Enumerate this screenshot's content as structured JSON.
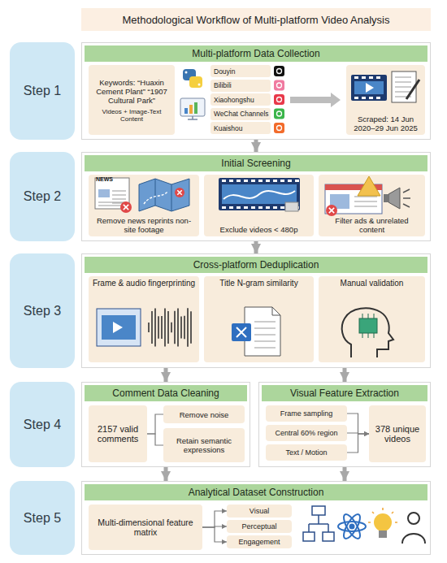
{
  "diagram": {
    "title": "Methodological Workflow of Multi-platform Video Analysis",
    "nodes": [
      {
        "text": [
          "Step 1"
        ]
      },
      {
        "text": [
          "Multi-platform Data Collection"
        ]
      },
      {
        "text": [
          "Keywords: “Huaxin Cement Plant” “1907 Cultural Park”",
          "Videos + Image-Text Content"
        ],
        "in": 1
      },
      {
        "text": [
          "Douyin"
        ],
        "in": 1
      },
      {
        "text": [
          "Bilibili"
        ],
        "in": 1
      },
      {
        "text": [
          "Xiaohongshu"
        ],
        "in": 1
      },
      {
        "text": [
          "WeChat Channels"
        ],
        "in": 1
      },
      {
        "text": [
          "Kuaishou"
        ],
        "in": 1
      },
      {
        "text": [
          "Scraped: 14 Jun 2020–29 Jun 2025"
        ],
        "in": 1
      },
      {
        "text": [
          "Step 2"
        ]
      },
      {
        "text": [
          "Initial Screening"
        ]
      },
      {
        "text": [
          "Remove news reprints non-site footage"
        ],
        "in": 10
      },
      {
        "text": [
          "Exclude videos < 480p"
        ],
        "in": 10
      },
      {
        "text": [
          "Filter ads & unrelated content"
        ],
        "in": 10
      },
      {
        "text": [
          "Step 3"
        ]
      },
      {
        "text": [
          "Cross-platform Deduplication"
        ]
      },
      {
        "text": [
          "Frame & audio fingerprinting"
        ],
        "in": 15
      },
      {
        "text": [
          "Title N-gram similarity"
        ],
        "in": 15
      },
      {
        "text": [
          "Manual validation"
        ],
        "in": 15
      },
      {
        "text": [
          "Step 4"
        ]
      },
      {
        "text": [
          "Comment Data Cleaning"
        ]
      },
      {
        "text": [
          "2157 valid comments"
        ],
        "in": 20
      },
      {
        "text": [
          "Remove noise"
        ],
        "in": 20
      },
      {
        "text": [
          "Retain semantic expressions"
        ],
        "in": 20
      },
      {
        "text": [
          "Visual Feature Extraction"
        ]
      },
      {
        "text": [
          "Frame sampling"
        ],
        "in": 24
      },
      {
        "text": [
          "Central 60% region"
        ],
        "in": 24
      },
      {
        "text": [
          "Text / Motion"
        ],
        "in": 24
      },
      {
        "text": [
          "378 unique videos"
        ],
        "in": 24
      },
      {
        "text": [
          "Step 5"
        ]
      },
      {
        "text": [
          "Analytical Dataset Construction"
        ]
      },
      {
        "text": [
          "Multi-dimensional feature matrix"
        ],
        "in": 30
      },
      {
        "text": [
          "Visual"
        ],
        "in": 30
      },
      {
        "text": [
          "Perceptual"
        ],
        "in": 30
      },
      {
        "text": [
          "Engagement"
        ],
        "in": 30
      }
    ],
    "edges": [
      {
        "from": 1,
        "to": 10,
        "arrow": "to"
      },
      {
        "from": 10,
        "to": 15,
        "arrow": "to"
      },
      {
        "from": 15,
        "to": 20,
        "arrow": "to"
      },
      {
        "from": 15,
        "to": 24,
        "arrow": "to"
      },
      {
        "from": 20,
        "to": 30,
        "arrow": "to"
      },
      {
        "from": 24,
        "to": 30,
        "arrow": "to"
      },
      {
        "from": 21,
        "to": 22,
        "arrow": "none"
      },
      {
        "from": 21,
        "to": 23,
        "arrow": "none"
      },
      {
        "from": 25,
        "to": 28,
        "arrow": "to"
      },
      {
        "from": 26,
        "to": 28,
        "arrow": "to"
      },
      {
        "from": 27,
        "to": 28,
        "arrow": "to"
      },
      {
        "from": 31,
        "to": 32,
        "arrow": "to"
      },
      {
        "from": 31,
        "to": 33,
        "arrow": "to"
      },
      {
        "from": 31,
        "to": 34,
        "arrow": "to"
      }
    ],
    "labels": [
      "NEWS"
    ]
  }
}
